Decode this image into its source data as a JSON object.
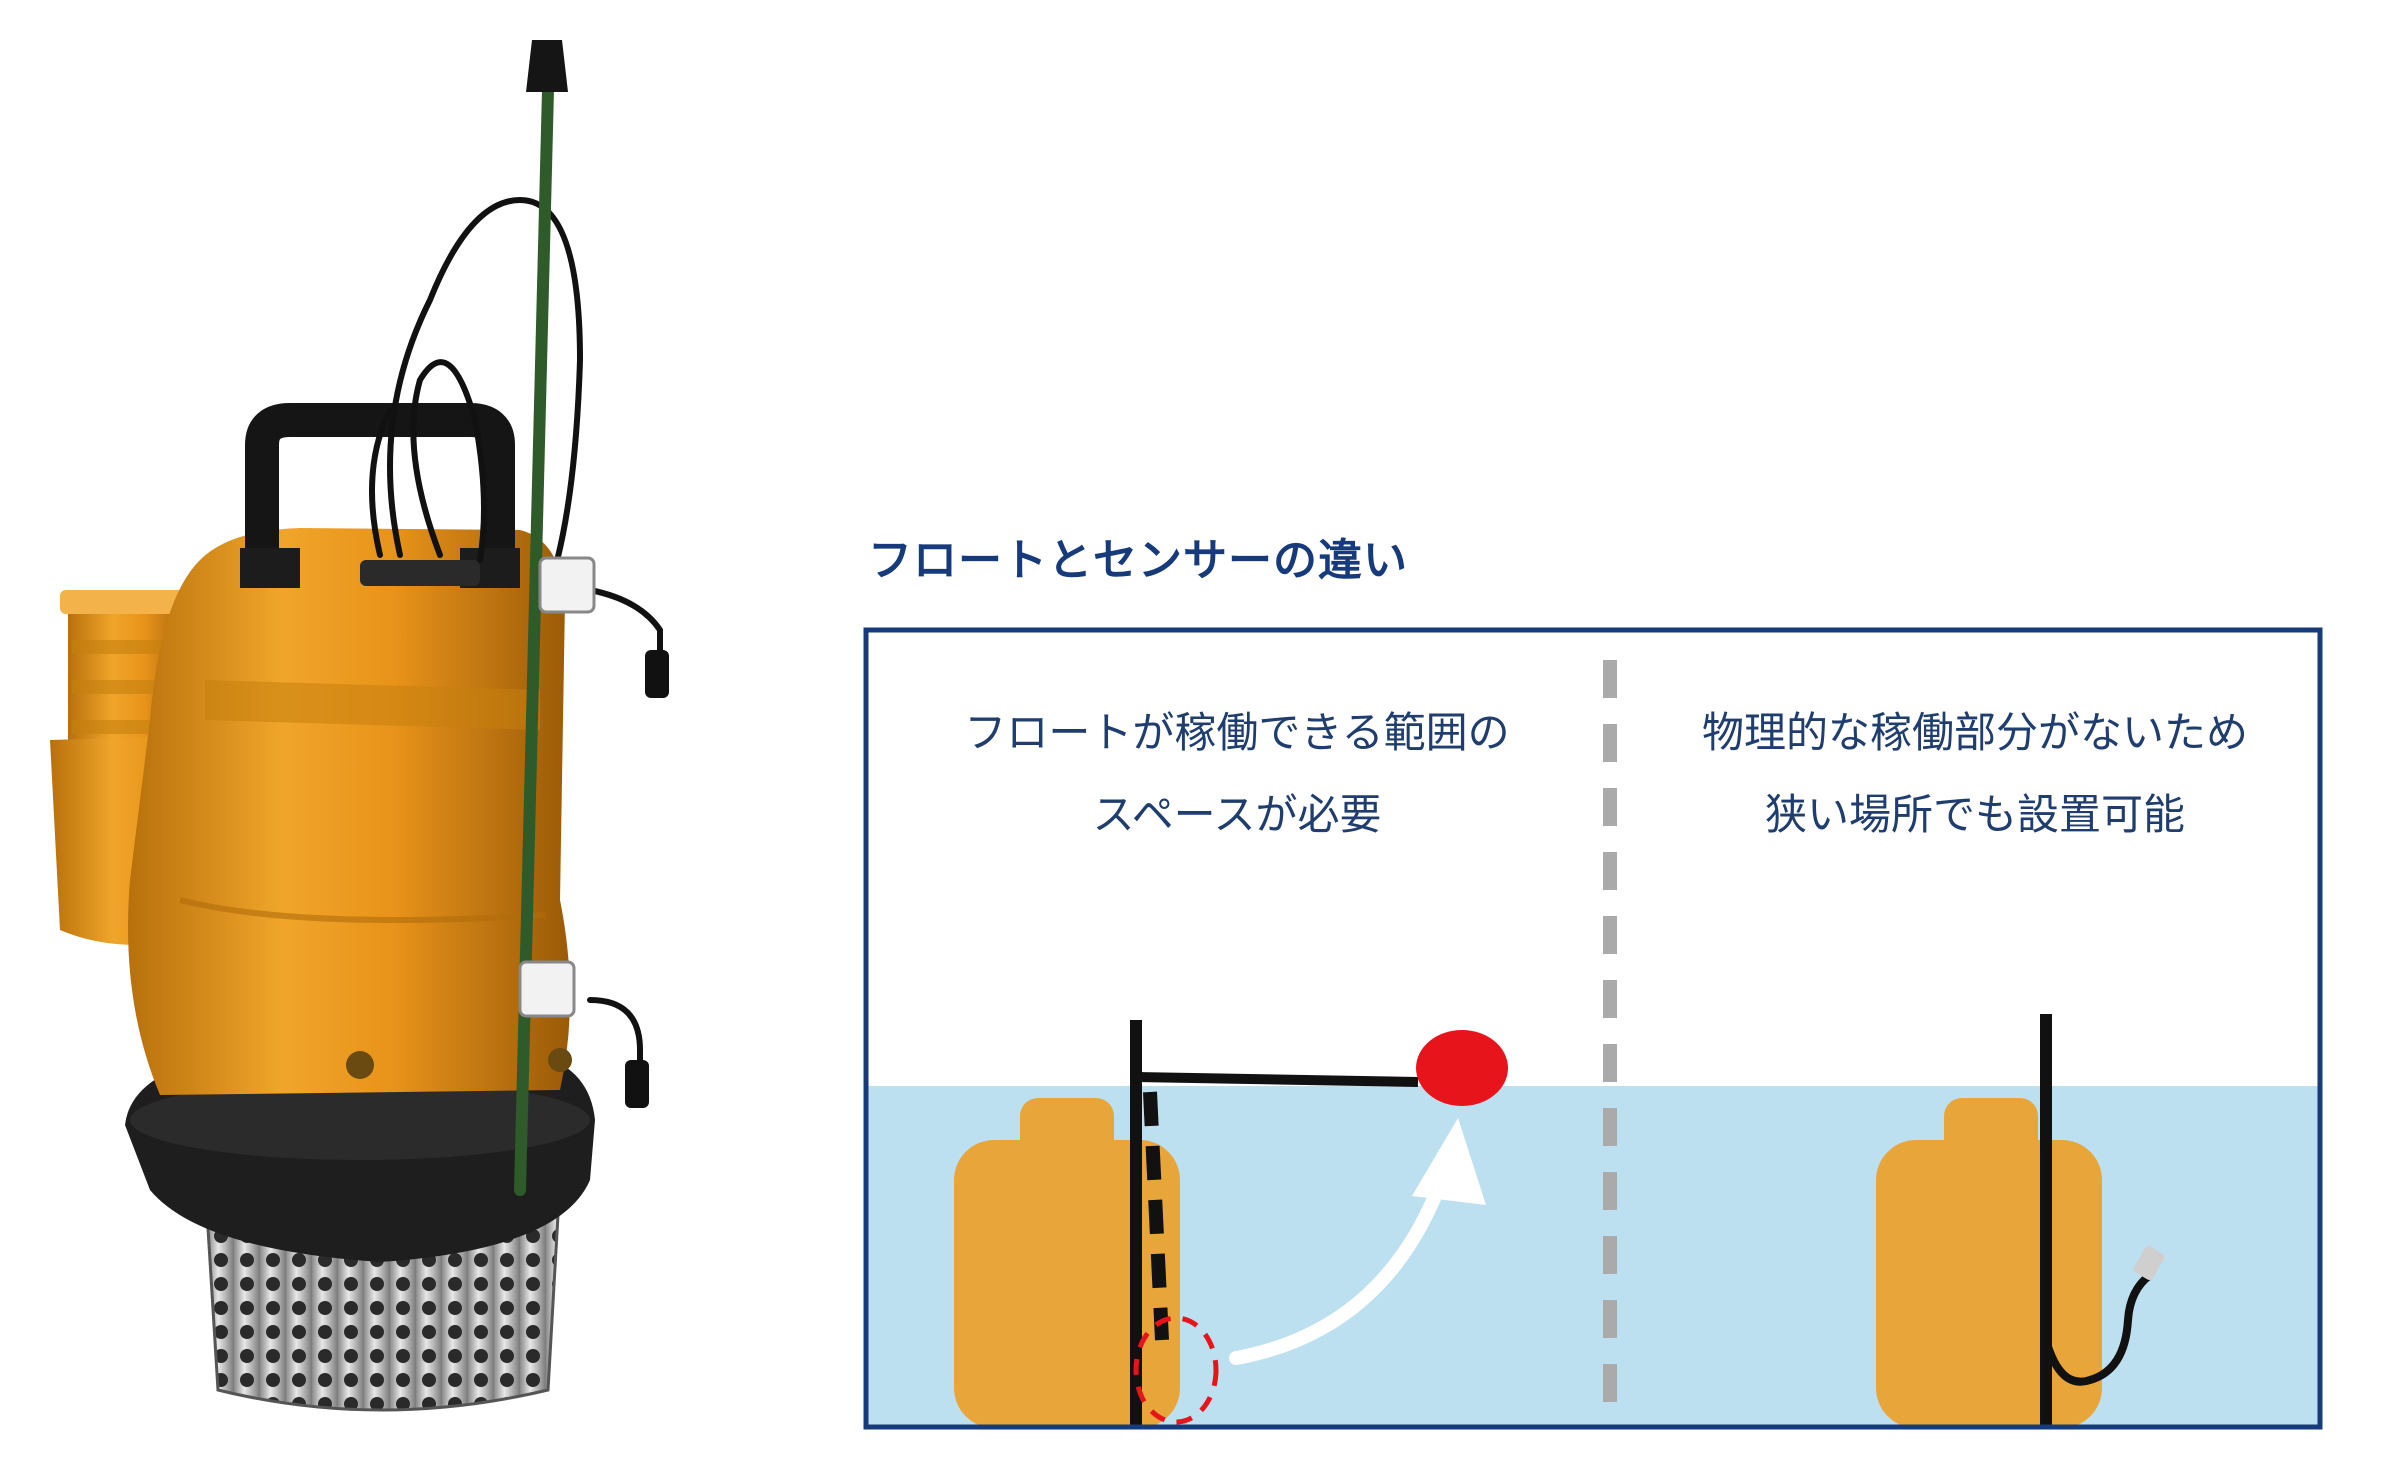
{
  "diagram": {
    "title": "フロートとセンサーの違い",
    "left_panel": {
      "line1": "フロートが稼働できる範囲の",
      "line2": "スペースが必要"
    },
    "right_panel": {
      "line1": "物理的な稼働部分がないため",
      "line2": "狭い場所でも設置可能"
    }
  },
  "colors": {
    "frame": "#163a7a",
    "water": "#bde0f0",
    "pump_body": "#e8a63a",
    "float_ball": "#e8141c",
    "divider": "#aaaaaa",
    "pump_orange": "#e59a1c"
  },
  "icons": {
    "pump": "submersible-pump-icon",
    "float": "float-switch-icon",
    "sensor": "level-sensor-icon",
    "arrow": "curved-arrow-icon"
  }
}
